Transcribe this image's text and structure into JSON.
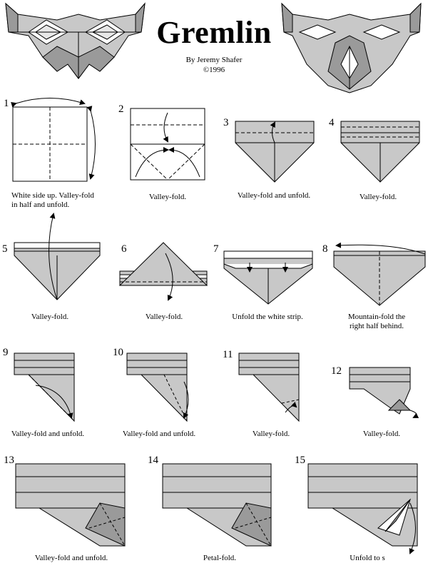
{
  "header": {
    "title": "Gremlin",
    "author": "By Jeremy Shafer",
    "copyright": "©1996"
  },
  "steps": [
    {
      "number": "1",
      "caption": "White side up. Valley-fold in half and unfold."
    },
    {
      "number": "2",
      "caption": "Valley-fold."
    },
    {
      "number": "3",
      "caption": "Valley-fold and unfold."
    },
    {
      "number": "4",
      "caption": "Valley-fold."
    },
    {
      "number": "5",
      "caption": "Valley-fold."
    },
    {
      "number": "6",
      "caption": "Valley-fold."
    },
    {
      "number": "7",
      "caption": "Unfold the white strip."
    },
    {
      "number": "8",
      "caption": "Mountain-fold the right half behind."
    },
    {
      "number": "9",
      "caption": "Valley-fold and unfold."
    },
    {
      "number": "10",
      "caption": "Valley-fold and unfold."
    },
    {
      "number": "11",
      "caption": "Valley-fold."
    },
    {
      "number": "12",
      "caption": "Valley-fold."
    },
    {
      "number": "13",
      "caption": "Valley-fold and unfold."
    },
    {
      "number": "14",
      "caption": "Petal-fold."
    },
    {
      "number": "15",
      "caption": "Unfold to s"
    }
  ],
  "colors": {
    "paper_color": "#c8c8c8",
    "dark_color": "#9a9a9a",
    "line_color": "#000000"
  }
}
